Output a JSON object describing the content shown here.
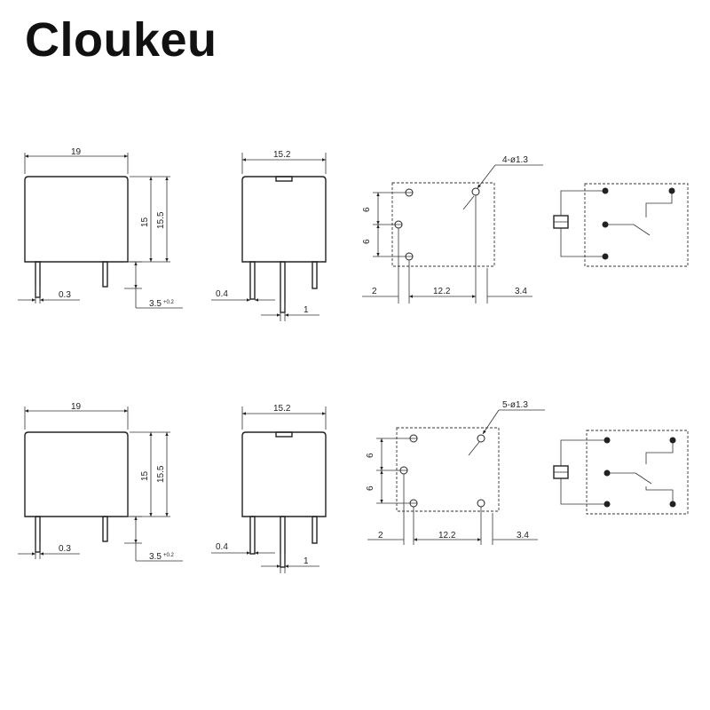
{
  "brand": {
    "name": "Cloukeu"
  },
  "diagrams": [
    {
      "side_view": {
        "width": "19",
        "height_body": "15",
        "height_total": "15.5",
        "pin_thickness": "0.3",
        "pin_length": "3.5",
        "pin_length_tol": "+0.2"
      },
      "end_view": {
        "width": "15.2",
        "pin_thickness": "0.4",
        "pin_offset": "1"
      },
      "footprint": {
        "hole_spec": "4-ø1.3",
        "pitch_v1": "6",
        "pitch_v2": "6",
        "dim_left": "2",
        "dim_mid": "12.2",
        "dim_right": "3.4"
      }
    },
    {
      "side_view": {
        "width": "19",
        "height_body": "15",
        "height_total": "15.5",
        "pin_thickness": "0.3",
        "pin_length": "3.5",
        "pin_length_tol": "+0.2"
      },
      "end_view": {
        "width": "15.2",
        "pin_thickness": "0.4",
        "pin_offset": "1"
      },
      "footprint": {
        "hole_spec": "5-ø1.3",
        "pitch_v1": "6",
        "pitch_v2": "6",
        "dim_left": "2",
        "dim_mid": "12.2",
        "dim_right": "3.4"
      }
    }
  ]
}
